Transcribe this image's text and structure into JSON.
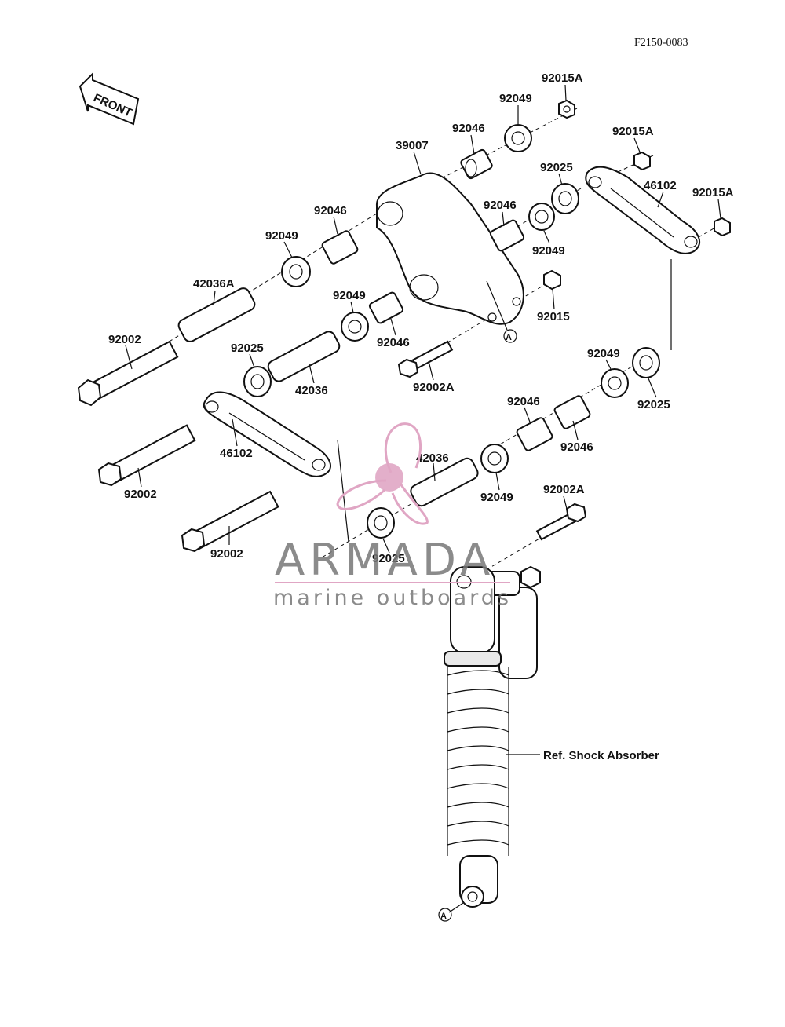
{
  "diagram_code": "F2150-0083",
  "front_label": "FRONT",
  "parts": [
    {
      "id": "p1",
      "label": "92015A"
    },
    {
      "id": "p2",
      "label": "92049"
    },
    {
      "id": "p3",
      "label": "92046"
    },
    {
      "id": "p4",
      "label": "39007"
    },
    {
      "id": "p5",
      "label": "92015A"
    },
    {
      "id": "p6",
      "label": "92025"
    },
    {
      "id": "p7",
      "label": "46102"
    },
    {
      "id": "p8",
      "label": "92015A"
    },
    {
      "id": "p9",
      "label": "92046"
    },
    {
      "id": "p10",
      "label": "92049"
    },
    {
      "id": "p11",
      "label": "92046"
    },
    {
      "id": "p12",
      "label": "92049"
    },
    {
      "id": "p13",
      "label": "42036A"
    },
    {
      "id": "p14",
      "label": "92049"
    },
    {
      "id": "p15",
      "label": "92015"
    },
    {
      "id": "p16",
      "label": "92046"
    },
    {
      "id": "p17",
      "label": "92002"
    },
    {
      "id": "p18",
      "label": "92025"
    },
    {
      "id": "p19",
      "label": "42036"
    },
    {
      "id": "p20",
      "label": "92002A"
    },
    {
      "id": "p21",
      "label": "92049"
    },
    {
      "id": "p22",
      "label": "92025"
    },
    {
      "id": "p23",
      "label": "46102"
    },
    {
      "id": "p24",
      "label": "92046"
    },
    {
      "id": "p25",
      "label": "92046"
    },
    {
      "id": "p26",
      "label": "92002"
    },
    {
      "id": "p27",
      "label": "42036"
    },
    {
      "id": "p28",
      "label": "92049"
    },
    {
      "id": "p29",
      "label": "92002A"
    },
    {
      "id": "p30",
      "label": "92002"
    },
    {
      "id": "p31",
      "label": "92025"
    }
  ],
  "shock_ref_label": "Ref. Shock Absorber",
  "ref_marker": "A",
  "watermark": {
    "brand": "ARMADA",
    "tagline": "marine outboards",
    "accent_color": "#e0a6c4",
    "text_color": "#777777"
  }
}
